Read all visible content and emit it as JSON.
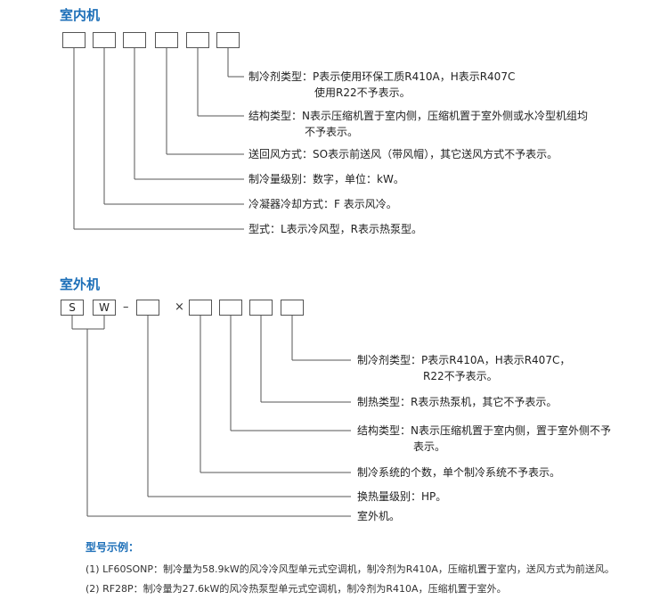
{
  "indoor": {
    "title": "室内机",
    "labels": [
      "制冷剂类型：P表示使用环保工质R410A，H表示R407C",
      "使用R22不予表示。",
      "结构类型：N表示压缩机置于室内侧，压缩机置于室外侧或水冷型机组均",
      "不予表示。",
      "送回风方式：SO表示前送风（带风帽），其它送风方式不予表示。",
      "制冷量级别：数字，单位：kW。",
      "冷凝器冷却方式：F 表示风冷。",
      "型式：L表示冷风型，R表示热泵型。"
    ]
  },
  "outdoor": {
    "title": "室外机",
    "box_s": "S",
    "box_w": "W",
    "dash": "–",
    "times": "×",
    "labels": [
      "制冷剂类型：P表示R410A，H表示R407C，",
      "R22不予表示。",
      "制热类型：R表示热泵机，其它不予表示。",
      "结构类型：N表示压缩机置于室内侧，置于室外侧不予",
      "表示。",
      "制冷系统的个数，单个制冷系统不予表示。",
      "换热量级别：HP。",
      "室外机。"
    ]
  },
  "examples": {
    "title": "型号示例：",
    "items": [
      "(1) LF60SONP：制冷量为58.9kW的风冷冷风型单元式空调机，制冷剂为R410A，压缩机置于室内，送风方式为前送风。",
      "(2) RF28P：制冷量为27.6kW的风冷热泵型单元式空调机，制冷剂为R410A，压缩机置于室外。"
    ]
  }
}
